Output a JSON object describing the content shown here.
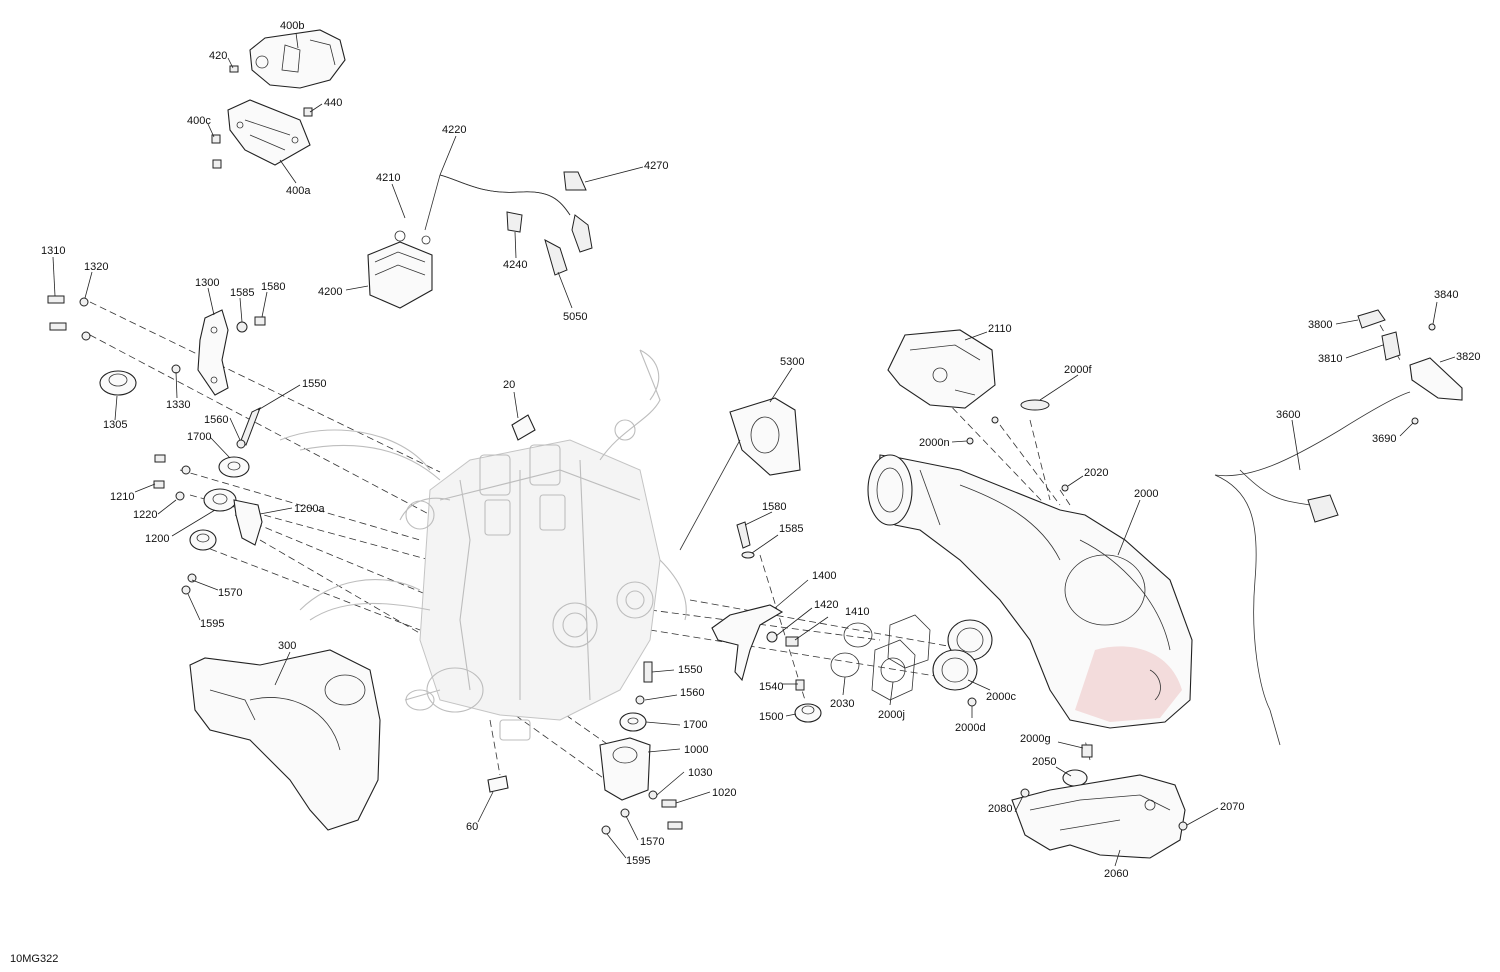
{
  "figure_reference": "10MG322",
  "callouts": [
    {
      "id": "400b",
      "text": "400b"
    },
    {
      "id": "420",
      "text": "420"
    },
    {
      "id": "440",
      "text": "440"
    },
    {
      "id": "400c",
      "text": "400c"
    },
    {
      "id": "400a",
      "text": "400a"
    },
    {
      "id": "4220",
      "text": "4220"
    },
    {
      "id": "4270",
      "text": "4270"
    },
    {
      "id": "4210",
      "text": "4210"
    },
    {
      "id": "4240",
      "text": "4240"
    },
    {
      "id": "4200",
      "text": "4200"
    },
    {
      "id": "5050",
      "text": "5050"
    },
    {
      "id": "1310",
      "text": "1310"
    },
    {
      "id": "1320",
      "text": "1320"
    },
    {
      "id": "1300",
      "text": "1300"
    },
    {
      "id": "1585a",
      "text": "1585"
    },
    {
      "id": "1580a",
      "text": "1580"
    },
    {
      "id": "1330",
      "text": "1330"
    },
    {
      "id": "1305",
      "text": "1305"
    },
    {
      "id": "1550a",
      "text": "1550"
    },
    {
      "id": "1560a",
      "text": "1560"
    },
    {
      "id": "1700a",
      "text": "1700"
    },
    {
      "id": "20",
      "text": "20"
    },
    {
      "id": "1210",
      "text": "1210"
    },
    {
      "id": "1220",
      "text": "1220"
    },
    {
      "id": "1200a",
      "text": "1200a"
    },
    {
      "id": "1200",
      "text": "1200"
    },
    {
      "id": "1570a",
      "text": "1570"
    },
    {
      "id": "1595a",
      "text": "1595"
    },
    {
      "id": "300",
      "text": "300"
    },
    {
      "id": "5300",
      "text": "5300"
    },
    {
      "id": "1580b",
      "text": "1580"
    },
    {
      "id": "1585b",
      "text": "1585"
    },
    {
      "id": "1400",
      "text": "1400"
    },
    {
      "id": "1420",
      "text": "1420"
    },
    {
      "id": "1410",
      "text": "1410"
    },
    {
      "id": "1540",
      "text": "1540"
    },
    {
      "id": "1500",
      "text": "1500"
    },
    {
      "id": "2030",
      "text": "2030"
    },
    {
      "id": "2000j",
      "text": "2000j"
    },
    {
      "id": "2000c",
      "text": "2000c"
    },
    {
      "id": "2000d",
      "text": "2000d"
    },
    {
      "id": "2110",
      "text": "2110"
    },
    {
      "id": "2000f",
      "text": "2000f"
    },
    {
      "id": "2000n",
      "text": "2000n"
    },
    {
      "id": "2020",
      "text": "2020"
    },
    {
      "id": "2000",
      "text": "2000"
    },
    {
      "id": "2000g",
      "text": "2000g"
    },
    {
      "id": "2050",
      "text": "2050"
    },
    {
      "id": "2080",
      "text": "2080"
    },
    {
      "id": "2070",
      "text": "2070"
    },
    {
      "id": "2060",
      "text": "2060"
    },
    {
      "id": "1550b",
      "text": "1550"
    },
    {
      "id": "1560b",
      "text": "1560"
    },
    {
      "id": "1700b",
      "text": "1700"
    },
    {
      "id": "1000",
      "text": "1000"
    },
    {
      "id": "1030",
      "text": "1030"
    },
    {
      "id": "1020",
      "text": "1020"
    },
    {
      "id": "1570b",
      "text": "1570"
    },
    {
      "id": "1595b",
      "text": "1595"
    },
    {
      "id": "60",
      "text": "60"
    },
    {
      "id": "3840",
      "text": "3840"
    },
    {
      "id": "3800",
      "text": "3800"
    },
    {
      "id": "3820",
      "text": "3820"
    },
    {
      "id": "3810",
      "text": "3810"
    },
    {
      "id": "3600",
      "text": "3600"
    },
    {
      "id": "3690",
      "text": "3690"
    }
  ]
}
